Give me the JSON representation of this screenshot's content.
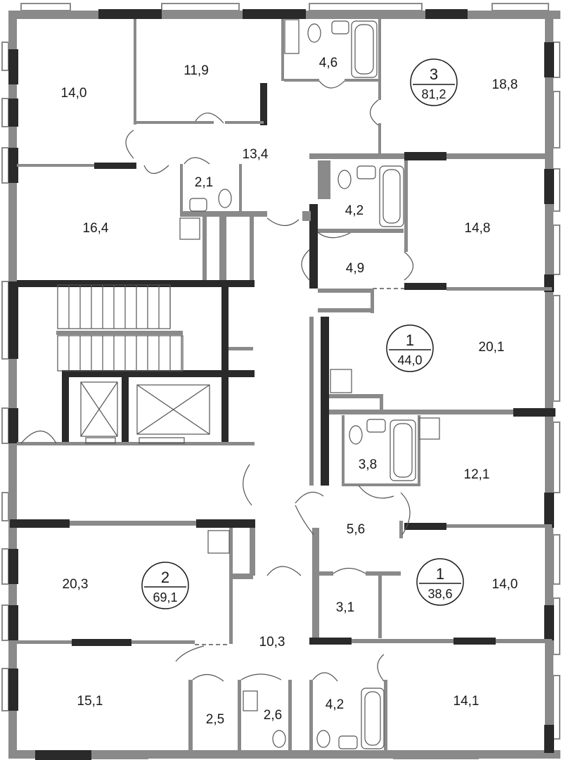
{
  "rooms": [
    {
      "area": "14,0"
    },
    {
      "area": "11,9"
    },
    {
      "area": "4,6"
    },
    {
      "area": "18,8"
    },
    {
      "area": "13,4"
    },
    {
      "area": "2,1"
    },
    {
      "area": "16,4"
    },
    {
      "area": "4,2"
    },
    {
      "area": "14,8"
    },
    {
      "area": "4,9"
    },
    {
      "area": "20,1"
    },
    {
      "area": "3,8"
    },
    {
      "area": "12,1"
    },
    {
      "area": "5,6"
    },
    {
      "area": "20,3"
    },
    {
      "area": "14,0"
    },
    {
      "area": "3,1"
    },
    {
      "area": "10,3"
    },
    {
      "area": "15,1"
    },
    {
      "area": "2,5"
    },
    {
      "area": "2,6"
    },
    {
      "area": "4,2"
    },
    {
      "area": "14,1"
    }
  ],
  "apartments": [
    {
      "rooms": "3",
      "area": "81,2"
    },
    {
      "rooms": "1",
      "area": "44,0"
    },
    {
      "rooms": "2",
      "area": "69,1"
    },
    {
      "rooms": "1",
      "area": "38,6"
    }
  ],
  "colors": {
    "wall": "#8a8a8a",
    "wall_dark": "#2a2a2a",
    "background": "#ffffff"
  }
}
